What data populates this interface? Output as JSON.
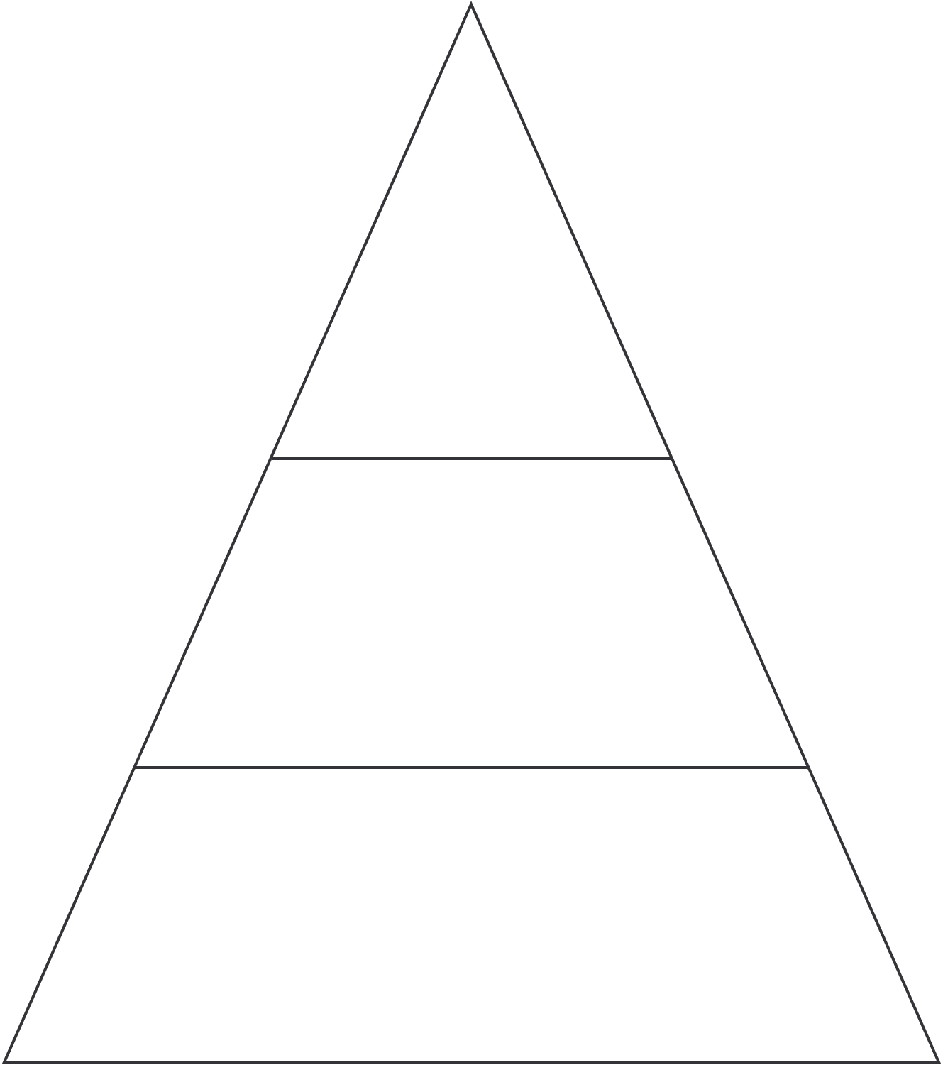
{
  "diagram": {
    "type": "pyramid",
    "tier_count": 3,
    "tiers": [
      {
        "name": "top",
        "label": ""
      },
      {
        "name": "middle",
        "label": ""
      },
      {
        "name": "bottom",
        "label": ""
      }
    ],
    "stroke_color": "#333338",
    "fill_color": "#ffffff"
  }
}
